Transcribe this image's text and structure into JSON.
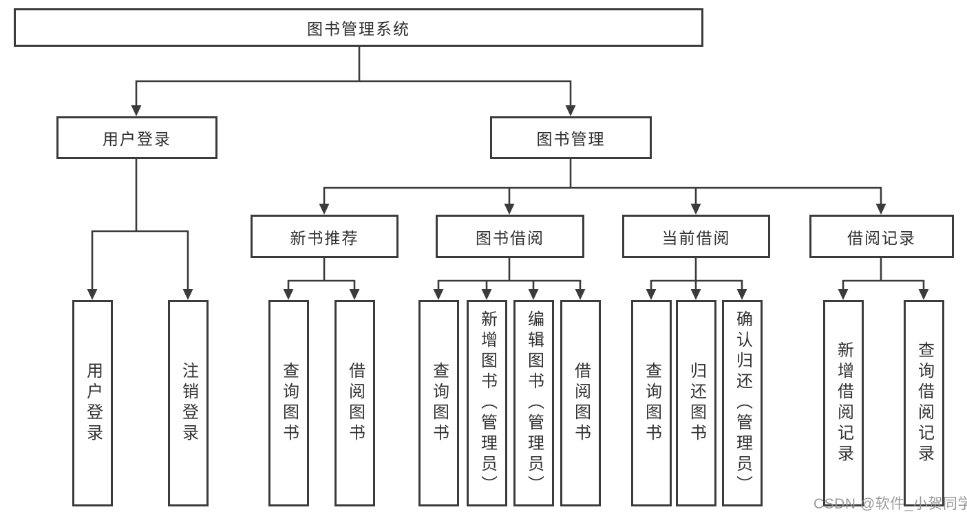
{
  "diagram": {
    "root": {
      "label": "图书管理系统"
    },
    "level2": {
      "user_login": {
        "label": "用户登录"
      },
      "book_mgmt": {
        "label": "图书管理"
      }
    },
    "level3": {
      "new_books": {
        "label": "新书推荐"
      },
      "book_borrow": {
        "label": "图书借阅"
      },
      "current_borrow": {
        "label": "当前借阅"
      },
      "borrow_records": {
        "label": "借阅记录"
      }
    },
    "leaves": {
      "user_login": {
        "label": "用户登录"
      },
      "logout": {
        "label": "注销登录"
      },
      "nb_query": {
        "label": "查询图书"
      },
      "nb_borrow": {
        "label": "借阅图书"
      },
      "bb_query": {
        "label": "查询图书"
      },
      "bb_add": {
        "label": "新增图书（管理员）"
      },
      "bb_edit": {
        "label": "编辑图书（管理员）"
      },
      "bb_borrow": {
        "label": "借阅图书"
      },
      "cb_query": {
        "label": "查询图书"
      },
      "cb_return": {
        "label": "归还图书"
      },
      "cb_confirm": {
        "label": "确认归还（管理员）"
      },
      "br_add": {
        "label": "新增借阅记录"
      },
      "br_query": {
        "label": "查询借阅记录"
      }
    },
    "line_color": "#3b3b3b"
  },
  "watermark": {
    "text": "CSDN @软件_小贺同学"
  }
}
